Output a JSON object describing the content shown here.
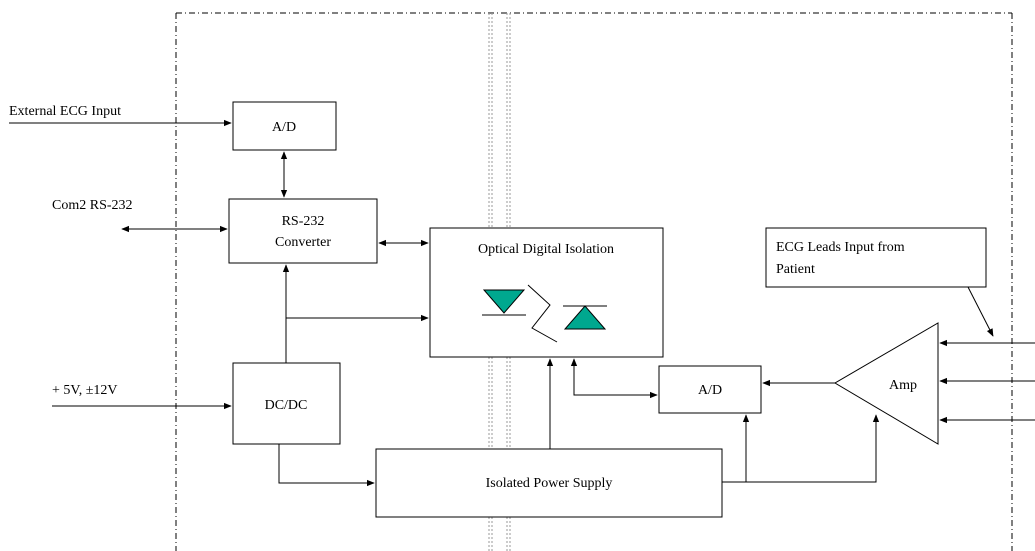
{
  "labels": {
    "external_ecg_input": "External ECG Input",
    "com2": "Com2 RS-232",
    "power_in": "+ 5V, ±12V",
    "ecg_leads_line1": "ECG Leads Input from",
    "ecg_leads_line2": "Patient"
  },
  "blocks": {
    "ad_top": "A/D",
    "rs232_line1": "RS-232",
    "rs232_line2": "Converter",
    "optical": "Optical Digital Isolation",
    "dcdc": "DC/DC",
    "ad_bottom": "A/D",
    "amp": "Amp",
    "isolated_power": "Isolated Power Supply"
  },
  "colors": {
    "optocoupler_fill": "#00a88f",
    "line": "#000000",
    "barrier": "#9a9a9a"
  },
  "icons": {
    "optocoupler": "led-photodiode-icon"
  }
}
